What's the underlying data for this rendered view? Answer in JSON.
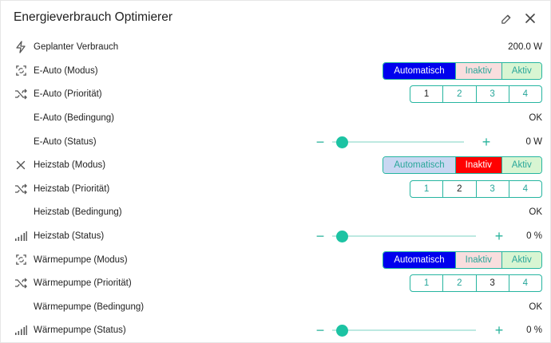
{
  "card": {
    "title": "Energieverbrauch Optimierer",
    "edit_icon": "pencil-icon",
    "close_icon": "close-icon"
  },
  "colors": {
    "accent": "#26b5a0",
    "slider_thumb": "#1cc3a3",
    "slider_track": "#bde9e1",
    "auto_active_bg": "#0000ee",
    "inaktiv_active_bg": "#ff0000",
    "auto_idle_bg": "#c9d7f2",
    "inaktiv_idle_bg": "#f9dede",
    "aktiv_idle_bg": "#d8f5d2",
    "label_teal": "#2aa79a"
  },
  "rows": {
    "verbrauch": {
      "icon": "flash-icon",
      "label": "Geplanter Verbrauch",
      "value": "200.0 W"
    },
    "eauto_modus": {
      "icon": "auto-mode-icon",
      "label": "E-Auto (Modus)",
      "options": [
        "Automatisch",
        "Inaktiv",
        "Aktiv"
      ],
      "selected": "Automatisch"
    },
    "eauto_prio": {
      "icon": "shuffle-icon",
      "label": "E-Auto (Priorität)",
      "options": [
        "1",
        "2",
        "3",
        "4"
      ],
      "selected": "1"
    },
    "eauto_bed": {
      "label": "E-Auto (Bedingung)",
      "value": "OK"
    },
    "eauto_status": {
      "label": "E-Auto (Status)",
      "value": "0 W",
      "minus": "−",
      "plus": "+",
      "level": 0
    },
    "heiz_modus": {
      "icon": "close-x-icon",
      "label": "Heizstab (Modus)",
      "options": [
        "Automatisch",
        "Inaktiv",
        "Aktiv"
      ],
      "selected": "Inaktiv"
    },
    "heiz_prio": {
      "icon": "shuffle-icon",
      "label": "Heizstab (Priorität)",
      "options": [
        "1",
        "2",
        "3",
        "4"
      ],
      "selected": "2"
    },
    "heiz_bed": {
      "label": "Heizstab (Bedingung)",
      "value": "OK"
    },
    "heiz_status": {
      "icon": "signal-bars-icon",
      "label": "Heizstab (Status)",
      "value": "0 %",
      "minus": "−",
      "plus": "+",
      "level": 0
    },
    "wp_modus": {
      "icon": "auto-mode-icon",
      "label": "Wärmepumpe (Modus)",
      "options": [
        "Automatisch",
        "Inaktiv",
        "Aktiv"
      ],
      "selected": "Automatisch"
    },
    "wp_prio": {
      "icon": "shuffle-icon",
      "label": "Wärmepumpe (Priorität)",
      "options": [
        "1",
        "2",
        "3",
        "4"
      ],
      "selected": "3"
    },
    "wp_bed": {
      "label": "Wärmepumpe (Bedingung)",
      "value": "OK"
    },
    "wp_status": {
      "icon": "signal-bars-icon",
      "label": "Wärmepumpe (Status)",
      "value": "0 %",
      "minus": "−",
      "plus": "+",
      "level": 0
    }
  }
}
